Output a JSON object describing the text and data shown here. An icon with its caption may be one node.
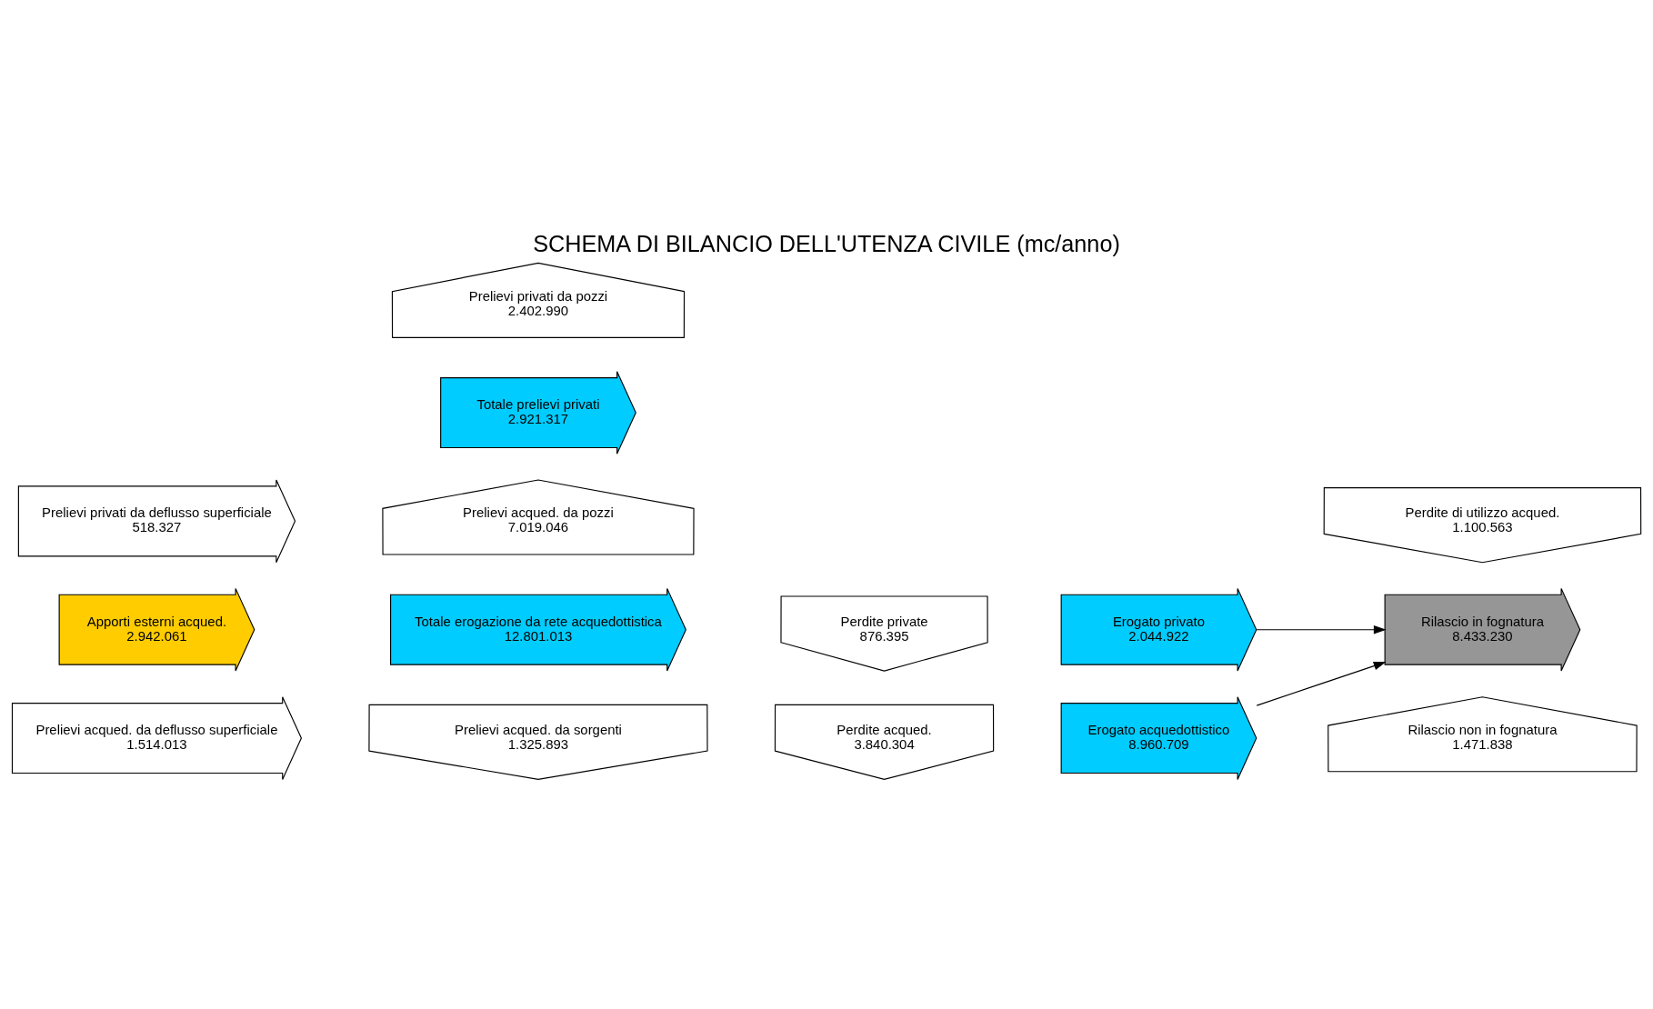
{
  "diagram": {
    "title": "SCHEMA DI BILANCIO DELL'UTENZA CIVILE (mc/anno)",
    "nodes": [
      {
        "text": [
          "Prelievi acqued. da sorgenti",
          "1.325.893"
        ]
      },
      {
        "text": [
          "Prelievi acqued. da deflusso superficiale",
          "1.514.013"
        ]
      },
      {
        "text": [
          "Totale erogazione da rete acquedottistica",
          "12.801.013"
        ]
      },
      {
        "text": [
          "Erogato acquedottistico",
          "8.960.709"
        ]
      },
      {
        "text": [
          "Rilascio non in fognatura",
          "1.471.838"
        ]
      },
      {
        "text": [
          "Apporti esterni acqued.",
          "2.942.061"
        ]
      },
      {
        "text": [
          "Prelievi acqued. da pozzi",
          "7.019.046"
        ]
      },
      {
        "text": [
          "Perdite acqued.",
          "3.840.304"
        ]
      },
      {
        "text": [
          "Rilascio in fognatura",
          "8.433.230"
        ]
      },
      {
        "text": [
          "Perdite di utilizzo acqued.",
          "1.100.563"
        ]
      },
      {
        "text": [
          "Prelievi privati da deflusso superficiale",
          "518.327"
        ]
      },
      {
        "text": [
          "Totale prelievi privati",
          "2.921.317"
        ]
      },
      {
        "text": [
          "Erogato privato",
          "2.044.922"
        ]
      },
      {
        "text": [
          "Prelievi privati da pozzi",
          "2.402.990"
        ]
      },
      {
        "text": [
          "Perdite private",
          "876.395"
        ]
      }
    ],
    "edges": [
      {
        "from": 3,
        "to": 8,
        "arrow": "to"
      },
      {
        "from": 12,
        "to": 8,
        "arrow": "to"
      }
    ]
  }
}
